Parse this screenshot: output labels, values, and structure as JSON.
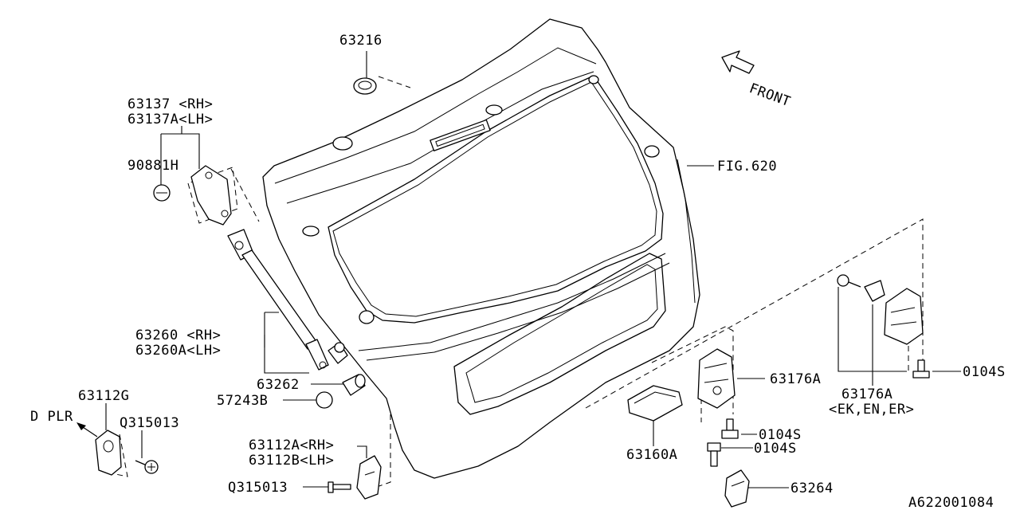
{
  "labels": {
    "p63216": "63216",
    "p63137": "63137 <RH>",
    "p63137a": "63137A<LH>",
    "p90881h": "90881H",
    "p63260": "63260 <RH>",
    "p63260a": "63260A<LH>",
    "p63262": "63262",
    "p57243b": "57243B",
    "p63112g": "63112G",
    "dplr": "D PLR",
    "q315013_a": "Q315013",
    "p63112a": "63112A<RH>",
    "p63112b": "63112B<LH>",
    "q315013_b": "Q315013",
    "fig620": "FIG.620",
    "front": "FRONT",
    "p63176a_1": "63176A",
    "p63176a_2": "63176A",
    "ek_en_er": "<EK,EN,ER>",
    "p0104s_1": "0104S",
    "p0104s_2": "0104S",
    "p0104s_3": "0104S",
    "p63160a": "63160A",
    "p63264": "63264",
    "diagram_id": "A622001084"
  }
}
